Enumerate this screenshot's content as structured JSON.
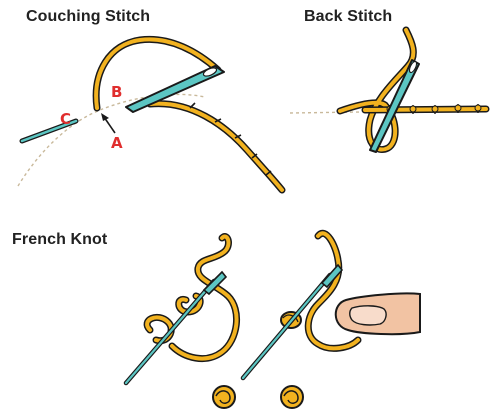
{
  "diagram": {
    "sections": [
      {
        "id": "couching",
        "title": "Couching Stitch",
        "labels": [
          "A",
          "B",
          "C"
        ]
      },
      {
        "id": "back",
        "title": "Back Stitch"
      },
      {
        "id": "french",
        "title": "French Knot"
      }
    ]
  },
  "colors": {
    "thread": "#f2b21f",
    "thread_outline": "#1a1a1a",
    "needle": "#5cc6c3",
    "needle_outline": "#1a1a1a",
    "label": "#e02e2e",
    "guide_dashed": "#c9b99b",
    "finger": "#f2c3a3"
  },
  "icons": [
    "needle-icon",
    "thread-icon",
    "finger-icon",
    "knot-icon"
  ]
}
